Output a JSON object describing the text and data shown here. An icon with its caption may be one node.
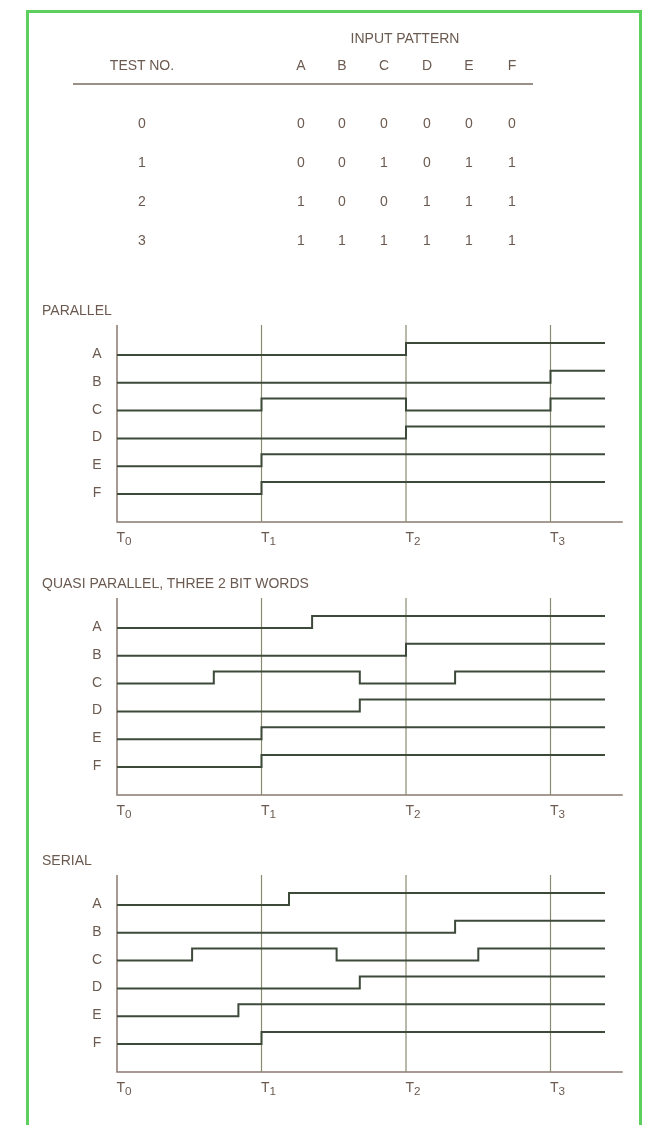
{
  "diagram": {
    "labels": [
      "INPUT PATTERN",
      "TEST NO.",
      "A",
      "B",
      "C",
      "D",
      "E",
      "F",
      "0",
      "0",
      "0",
      "0",
      "0",
      "0",
      "0",
      "1",
      "0",
      "0",
      "1",
      "0",
      "1",
      "1",
      "2",
      "1",
      "0",
      "0",
      "1",
      "1",
      "1",
      "3",
      "1",
      "1",
      "1",
      "1",
      "1",
      "1",
      "PARALLEL",
      "A",
      "B",
      "C",
      "D",
      "E",
      "F",
      "T$_{0}$",
      "T$_{1}$",
      "T$_{2}$",
      "T$_{3}$",
      "QUASI PARALLEL, THREE 2 BIT WORDS",
      "A",
      "B",
      "C",
      "D",
      "E",
      "F",
      "T$_{0}$",
      "T$_{1}$",
      "T$_{2}$",
      "T$_{3}$",
      "SERIAL",
      "A",
      "B",
      "C",
      "D",
      "E",
      "F",
      "T$_{0}$",
      "T$_{1}$",
      "T$_{2}$",
      "T$_{3}$"
    ]
  }
}
